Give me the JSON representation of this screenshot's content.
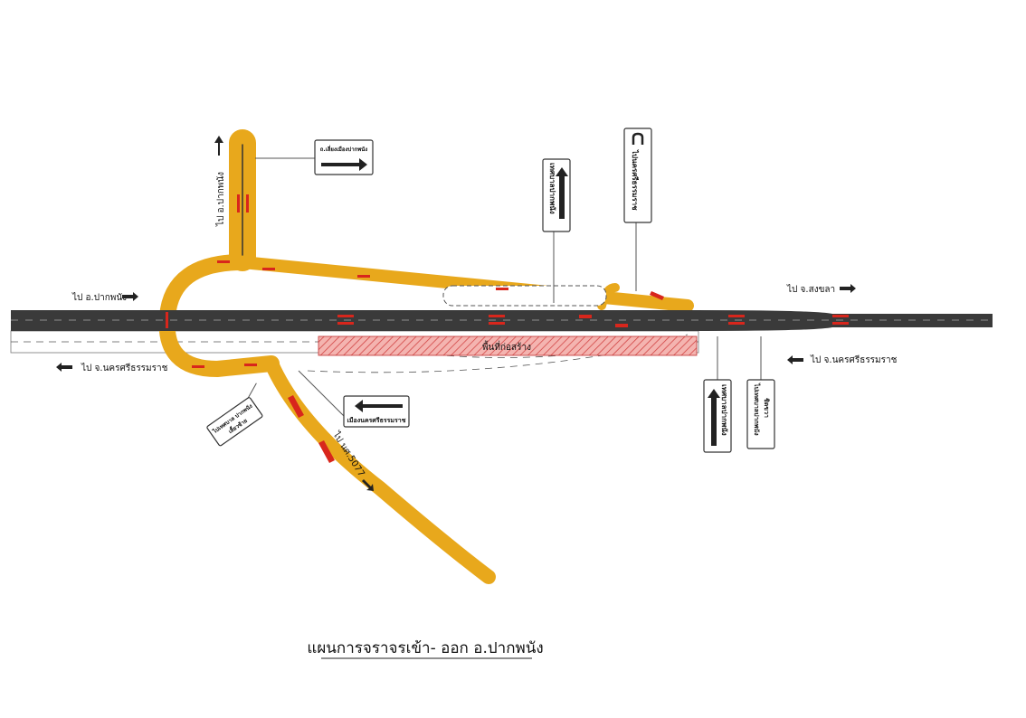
{
  "title": "แผนการจราจรเข้า- ออก อ.ปากพนัง",
  "labels": {
    "to_pak_phanang_north": "ไป อ.ปากพนัง",
    "to_pak_phanang_west": "ไป อ.ปากพนัง",
    "to_songkhla": "ไป จ.สงขลา",
    "to_nakhon_west": "ไป จ.นครศรีธรรมราช",
    "to_nakhon_east": "ไป จ.นครศรีธรรมราช",
    "to_route": "ไป นศ.5077",
    "construction_zone": "พื้นที่ก่อสร้าง"
  },
  "signs": {
    "top_left": "ถ.เลี่ยงเมืองปากพนัง",
    "top_mid": "เทศบาลปากพนัง",
    "top_uturn": "ไปนครศรีธรรมราช",
    "bottom_left_arrow": "เมืองนครศรีธรรมราช",
    "bottom_left_turn_1": "ไปเทศบาล ปากพนัง",
    "bottom_left_turn_2": "เลี้ยวซ้าย",
    "bottom_right_1": "เทศบาลปากพนัง",
    "bottom_right_2a": "ไปเทศบาลปากพนัง",
    "bottom_right_2b": "ชิดขวา"
  },
  "colors": {
    "road_dark": "#3a3a3a",
    "ramp_yellow": "#e8a81c",
    "arrow_red": "#d8261c",
    "construction": "#f0a0a0"
  }
}
